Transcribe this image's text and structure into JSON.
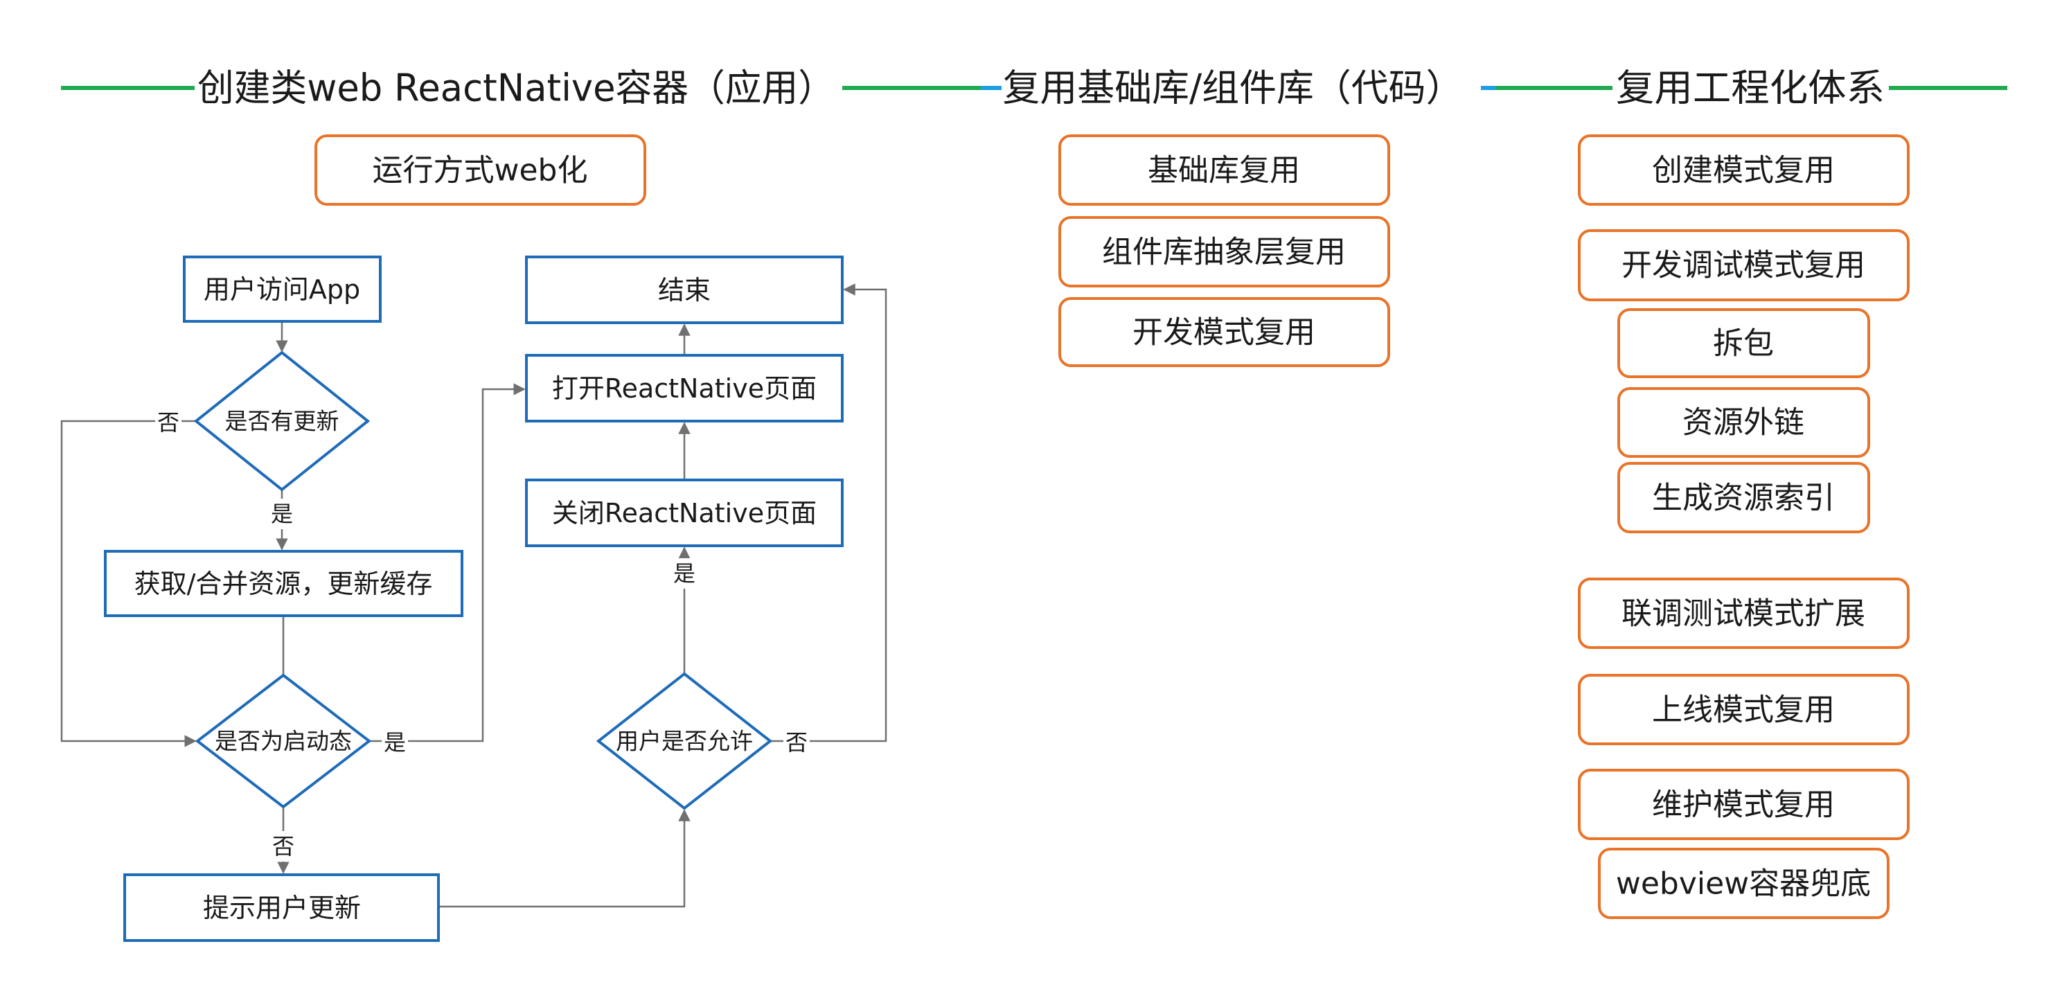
{
  "sections": [
    {
      "title": "创建类web ReactNative容器（应用）"
    },
    {
      "title": "复用基础库/组件库（代码）"
    },
    {
      "title": "复用工程化体系"
    }
  ],
  "app_section": {
    "runtime_box": "运行方式web化"
  },
  "flowchart": {
    "nodes": {
      "user_visit_app": "用户访问App",
      "has_update": "是否有更新",
      "fetch_merge": "获取/合并资源，更新缓存",
      "is_startup": "是否为启动态",
      "prompt_update": "提示用户更新",
      "user_allow": "用户是否允许",
      "close_rn": "关闭ReactNative页面",
      "open_rn": "打开ReactNative页面",
      "end": "结束"
    },
    "edge_labels": {
      "has_update_no": "否",
      "has_update_yes": "是",
      "is_startup_yes": "是",
      "is_startup_no": "否",
      "user_allow_yes": "是",
      "user_allow_no": "否"
    }
  },
  "code_section": {
    "items": [
      "基础库复用",
      "组件库抽象层复用",
      "开发模式复用"
    ]
  },
  "engineering_section": {
    "items": [
      "创建模式复用",
      "开发调试模式复用",
      "拆包",
      "资源外链",
      "生成资源索引",
      "联调测试模式扩展",
      "上线模式复用",
      "维护模式复用",
      "webview容器兜底"
    ]
  },
  "colors": {
    "header_green": "#1faa4f",
    "header_blue": "#1a9fe6",
    "orange_border": "#e8742a",
    "flow_blue": "#1e6bb8",
    "edge_gray": "#707070"
  }
}
